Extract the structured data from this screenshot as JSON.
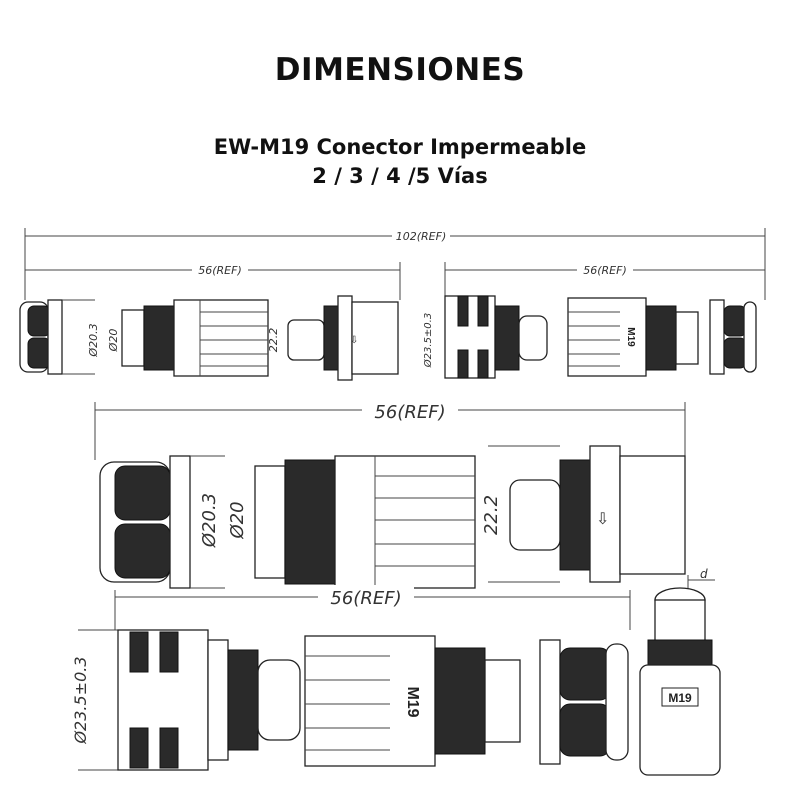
{
  "header": {
    "title": "DIMENSIONES",
    "product_line1": "EW-M19 Conector Impermeable",
    "product_line2": "2 / 3 / 4 /5 Vías"
  },
  "drawing_top": {
    "overall_length": "102(REF)",
    "left_length": "56(REF)",
    "right_length": "56(REF)",
    "dia_nut": "Ø20.3",
    "dia_body": "Ø20",
    "height_plug": "22.2",
    "dia_socket": "Ø23.5±0.3",
    "model_mark": "M19"
  },
  "drawing_middle": {
    "length": "56(REF)",
    "dia_nut": "Ø20.3",
    "dia_body": "Ø20",
    "height_plug": "22.2"
  },
  "drawing_bottom": {
    "length": "56(REF)",
    "dia_socket": "Ø23.5±0.3",
    "model_mark": "M19",
    "iso_model_mark": "M19",
    "iso_dim": "d"
  }
}
